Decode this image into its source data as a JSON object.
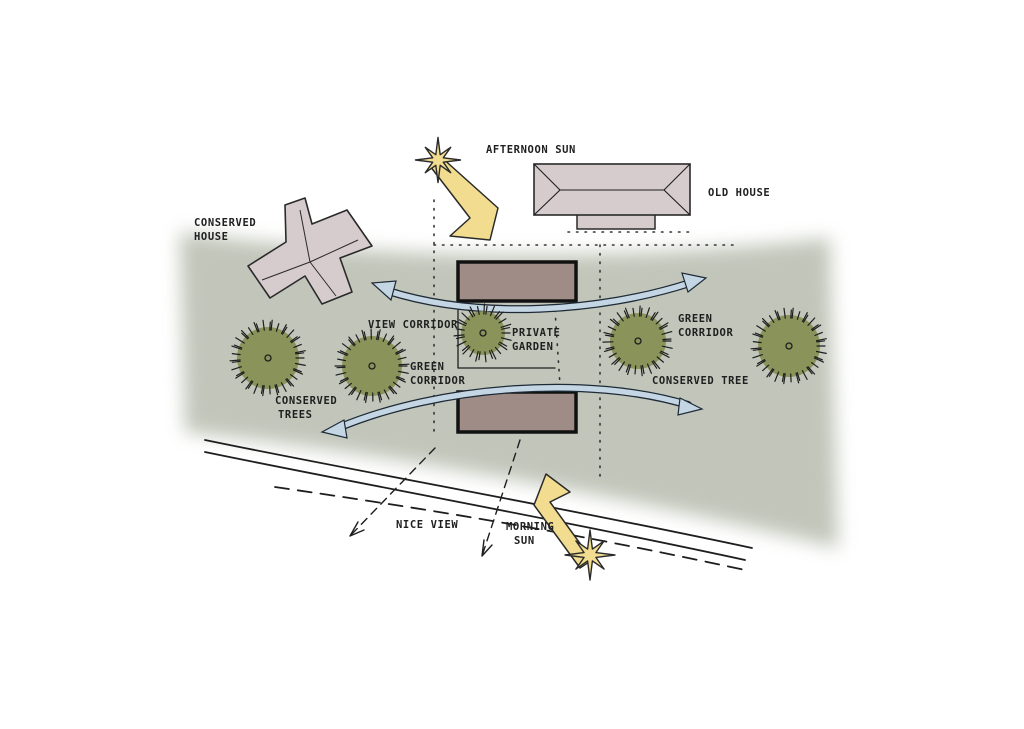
{
  "labels": {
    "afternoon_sun": "AFTERNOON SUN",
    "old_house": "OLD HOUSE",
    "conserved_house_1": "CONSERVED",
    "conserved_house_2": "HOUSE",
    "view_corridor": "VIEW CORRIDOR",
    "private_garden_1": "PRIVATE",
    "private_garden_2": "GARDEN",
    "green_corridor_right_1": "GREEN",
    "green_corridor_right_2": "CORRIDOR",
    "green_corridor_left_1": "GREEN",
    "green_corridor_left_2": "CORRIDOR",
    "conserved_tree": "CONSERVED TREE",
    "conserved_trees_1": "CONSERVED",
    "conserved_trees_2": "TREES",
    "nice_view": "NICE VIEW",
    "morning_sun_1": "MORNING",
    "morning_sun_2": "SUN"
  },
  "colors": {
    "corridor": "#b7bcae",
    "tree": "#8a935a",
    "building": "#a08c86",
    "house_roof": "#d6cccd",
    "sun": "#f1dc8f",
    "arrow": "#c4d5e3",
    "ink": "#1e1e1e"
  },
  "icons": {
    "sun": "sun-burst-icon",
    "tree": "tree-canopy-icon",
    "arrow": "double-arrow-icon"
  }
}
